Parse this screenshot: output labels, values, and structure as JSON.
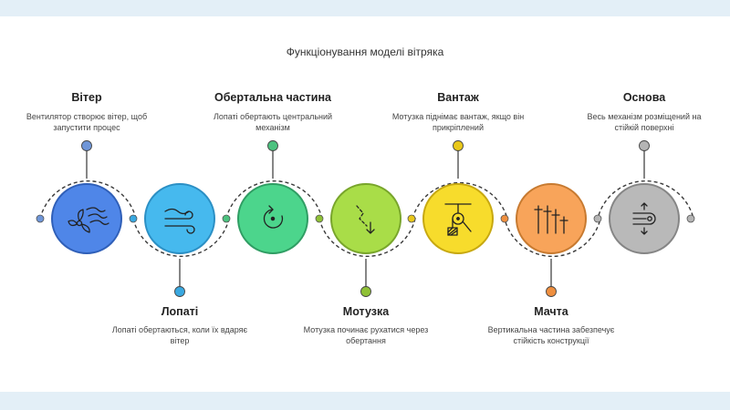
{
  "title": "Функціонування моделі вітряка",
  "steps": [
    {
      "heading": "Вітер",
      "text": "Вентилятор створює вітер, щоб запустити процес",
      "color": "#4f86e8",
      "border": "#2f5fb8",
      "dot": "#6f96d8",
      "icon": "fan-wind-icon"
    },
    {
      "heading": "Лопаті",
      "text": "Лопаті обертаються, коли їх вдаряє вітер",
      "color": "#46b9ee",
      "border": "#2b8fc4",
      "dot": "#39a8e0",
      "icon": "wind-gust-icon"
    },
    {
      "heading": "Обертальна частина",
      "text": "Лопаті обертають центральний механізм",
      "color": "#4cd58c",
      "border": "#2f9d63",
      "dot": "#4cc27f",
      "icon": "rotate-icon"
    },
    {
      "heading": "Мотузка",
      "text": "Мотузка починає рухатися через обертання",
      "color": "#a9dd48",
      "border": "#78a52b",
      "dot": "#8fc136",
      "icon": "rope-arrow-icon"
    },
    {
      "heading": "Вантаж",
      "text": "Мотузка піднімає вантаж, якщо він прикріплений",
      "color": "#f7dc2c",
      "border": "#c7a810",
      "dot": "#e9c81a",
      "icon": "pulley-weight-icon"
    },
    {
      "heading": "Мачта",
      "text": "Вертикальна частина забезпечує стійкість конструкції",
      "color": "#f8a45a",
      "border": "#c77a30",
      "dot": "#ef8f3f",
      "icon": "mast-structure-icon"
    },
    {
      "heading": "Основа",
      "text": "Весь механізм розміщений на стійкій поверхні",
      "color": "#b9b9b9",
      "border": "#858585",
      "dot": "#b4b4b4",
      "icon": "base-support-icon"
    }
  ]
}
